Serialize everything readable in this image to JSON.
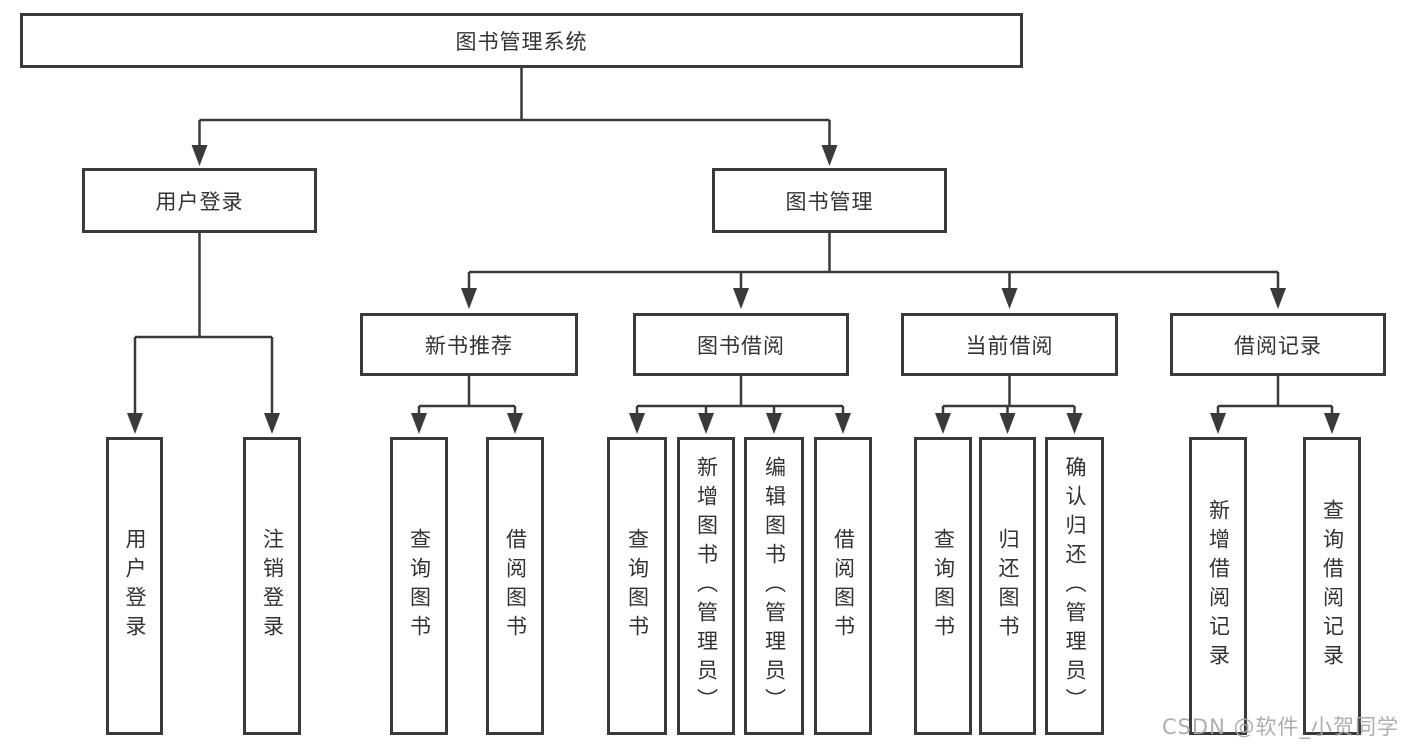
{
  "colors": {
    "line": "#3a3a3a",
    "border": "#3a3a3a",
    "text": "#333333",
    "watermark": "#aaaaaa",
    "background": "#ffffff"
  },
  "watermark": {
    "text": "CSDN @软件_小贺同学"
  },
  "tree": {
    "root": {
      "label": "图书管理系统"
    },
    "branches": [
      {
        "label": "用户登录",
        "children": [
          {
            "label": "用户登录"
          },
          {
            "label": "注销登录"
          }
        ]
      },
      {
        "label": "图书管理",
        "children": [
          {
            "label": "新书推荐",
            "children": [
              {
                "label": "查询图书"
              },
              {
                "label": "借阅图书"
              }
            ]
          },
          {
            "label": "图书借阅",
            "children": [
              {
                "label": "查询图书"
              },
              {
                "label": "新增图书（管理员）"
              },
              {
                "label": "编辑图书（管理员）"
              },
              {
                "label": "借阅图书"
              }
            ]
          },
          {
            "label": "当前借阅",
            "children": [
              {
                "label": "查询图书"
              },
              {
                "label": "归还图书"
              },
              {
                "label": "确认归还（管理员）"
              }
            ]
          },
          {
            "label": "借阅记录",
            "children": [
              {
                "label": "新增借阅记录"
              },
              {
                "label": "查询借阅记录"
              }
            ]
          }
        ]
      }
    ]
  }
}
